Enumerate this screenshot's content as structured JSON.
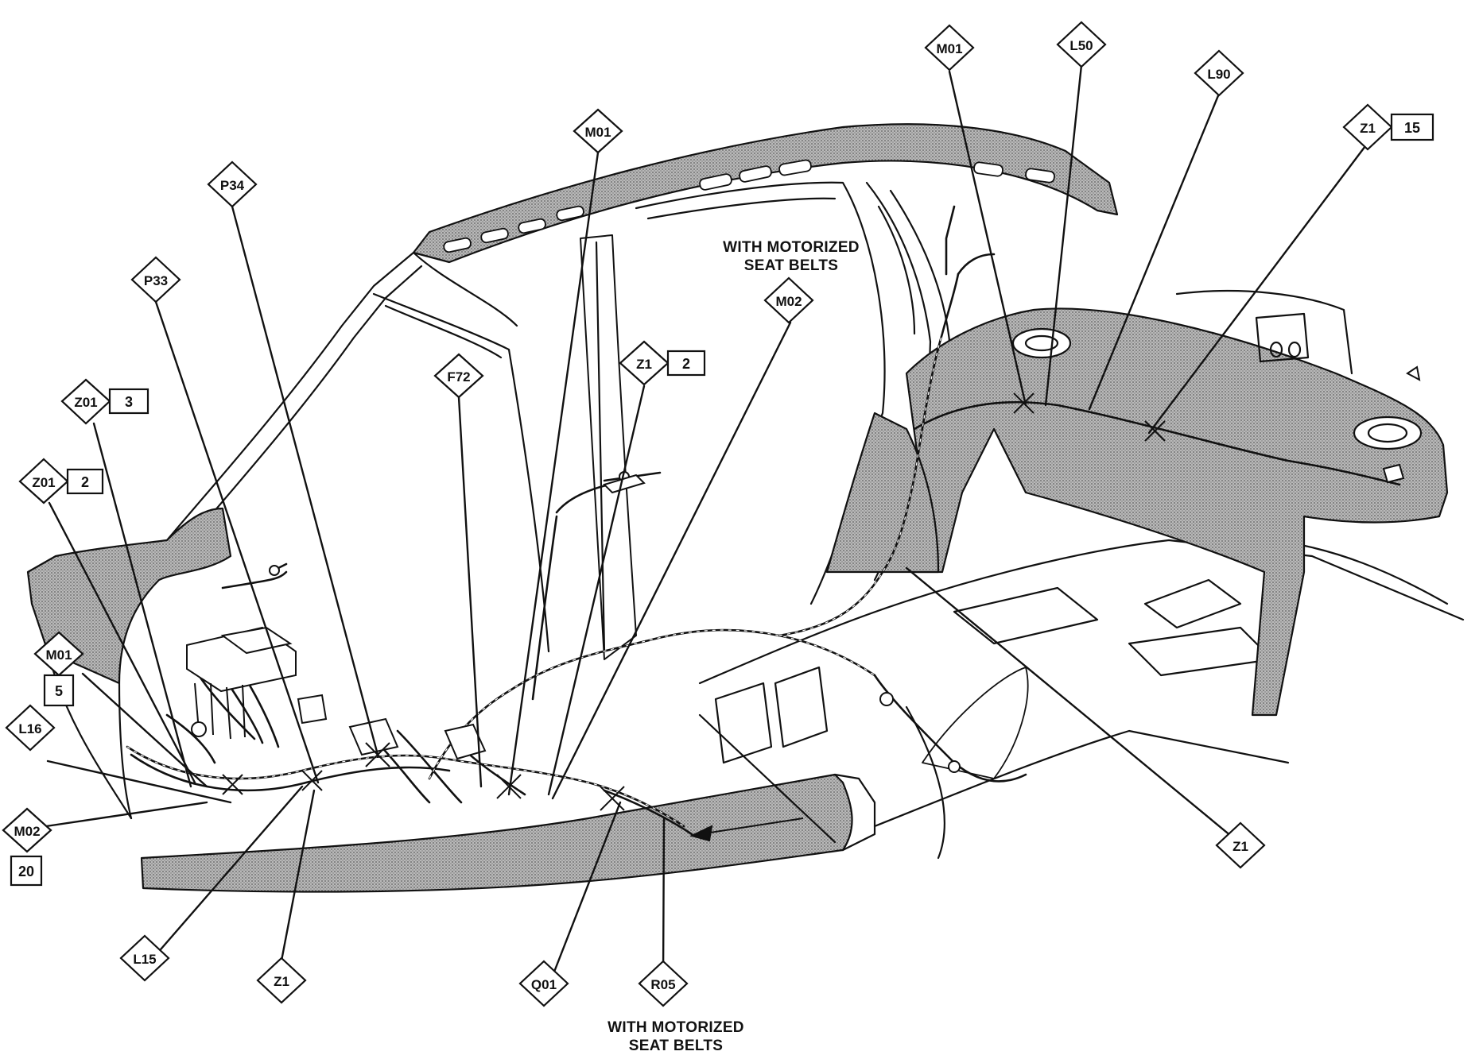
{
  "notes": {
    "top": [
      "WITH MOTORIZED",
      "SEAT BELTS"
    ],
    "bottom": [
      "WITH MOTORIZED",
      "SEAT BELTS"
    ]
  },
  "callouts": [
    {
      "id": "m01-top-center",
      "label": "M01"
    },
    {
      "id": "p34",
      "label": "P34"
    },
    {
      "id": "p33",
      "label": "P33"
    },
    {
      "id": "z01-3",
      "label": "Z01",
      "circuit": "3"
    },
    {
      "id": "z01-2",
      "label": "Z01",
      "circuit": "2"
    },
    {
      "id": "m01-5",
      "label": "M01",
      "circuit": "5"
    },
    {
      "id": "l16",
      "label": "L16"
    },
    {
      "id": "m02-20",
      "label": "M02",
      "circuit": "20"
    },
    {
      "id": "l15",
      "label": "L15"
    },
    {
      "id": "z1-bottom",
      "label": "Z1"
    },
    {
      "id": "q01",
      "label": "Q01"
    },
    {
      "id": "r05",
      "label": "R05"
    },
    {
      "id": "f72",
      "label": "F72"
    },
    {
      "id": "z1-2",
      "label": "Z1",
      "circuit": "2"
    },
    {
      "id": "m02-top",
      "label": "M02"
    },
    {
      "id": "m01-top-right",
      "label": "M01"
    },
    {
      "id": "l50",
      "label": "L50"
    },
    {
      "id": "l90",
      "label": "L90"
    },
    {
      "id": "z1-15",
      "label": "Z1",
      "circuit": "15"
    },
    {
      "id": "z1-right",
      "label": "Z1"
    }
  ]
}
